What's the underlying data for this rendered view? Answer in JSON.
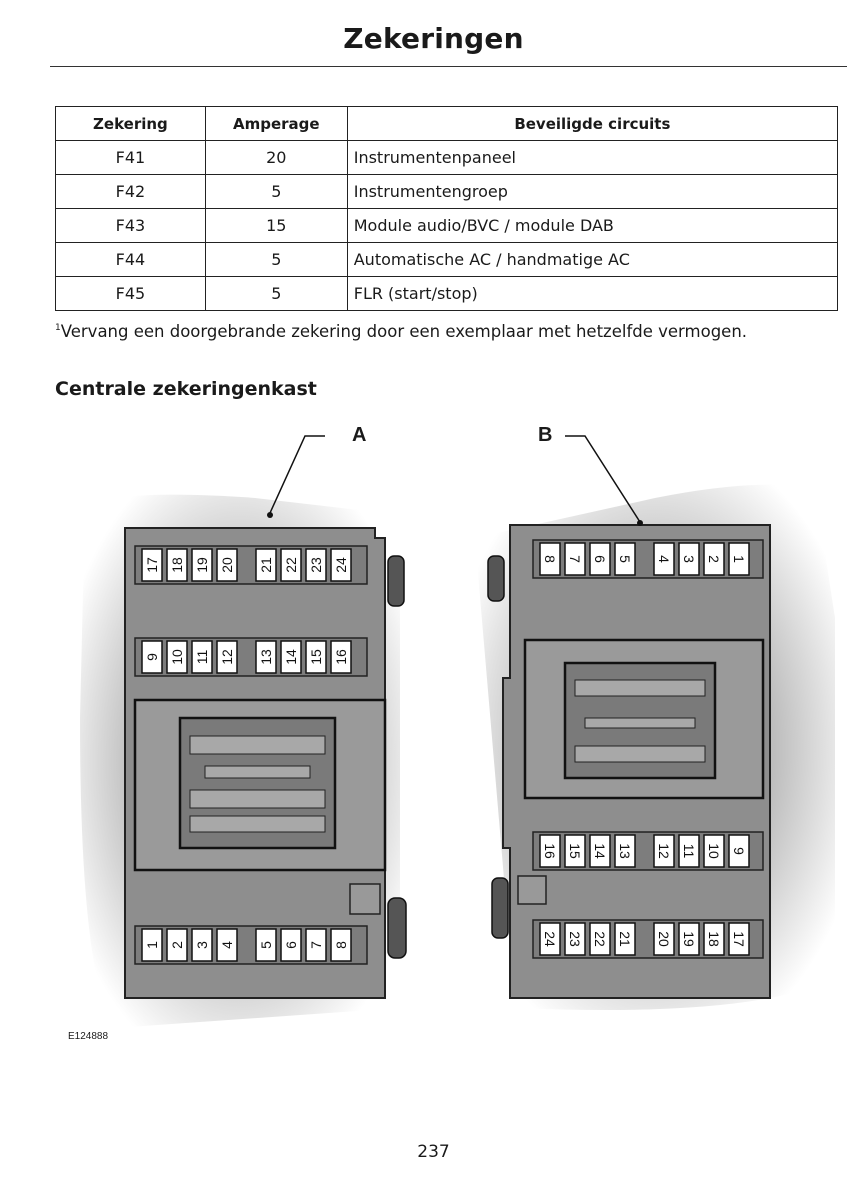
{
  "page": {
    "title": "Zekeringen",
    "page_number": "237"
  },
  "table": {
    "headers": [
      "Zekering",
      "Amperage",
      "Beveiligde circuits"
    ],
    "rows": [
      [
        "F41",
        "20",
        "Instrumentenpaneel"
      ],
      [
        "F42",
        "5",
        "Instrumentengroep"
      ],
      [
        "F43",
        "15",
        "Module audio/BVC / module DAB"
      ],
      [
        "F44",
        "5",
        "Automatische AC / handmatige AC"
      ],
      [
        "F45",
        "5",
        "FLR (start/stop)"
      ]
    ]
  },
  "footnote": {
    "marker": "1",
    "text": "Vervang een doorgebrande zekering door een exemplaar met hetzelfde vermogen."
  },
  "section": {
    "heading": "Centrale zekeringenkast"
  },
  "figure": {
    "label_a": "A",
    "label_b": "B",
    "figure_id": "E124888",
    "colors": {
      "housing": "#8e8e8e",
      "housing_dark": "#6f6f6f",
      "fuse": "#ffffff",
      "outline": "#111111",
      "background_fade": "#d8d8d8"
    },
    "box_a": {
      "rows": [
        [
          "17",
          "18",
          "19",
          "20",
          "21",
          "22",
          "23",
          "24"
        ],
        [
          "9",
          "10",
          "11",
          "12",
          "13",
          "14",
          "15",
          "16"
        ],
        [
          "1",
          "2",
          "3",
          "4",
          "5",
          "6",
          "7",
          "8"
        ]
      ]
    },
    "box_b": {
      "rows": [
        [
          "8",
          "7",
          "6",
          "5",
          "4",
          "3",
          "2",
          "1"
        ],
        [
          "16",
          "15",
          "14",
          "13",
          "12",
          "11",
          "10",
          "9"
        ],
        [
          "24",
          "23",
          "22",
          "21",
          "20",
          "19",
          "18",
          "17"
        ]
      ]
    }
  }
}
